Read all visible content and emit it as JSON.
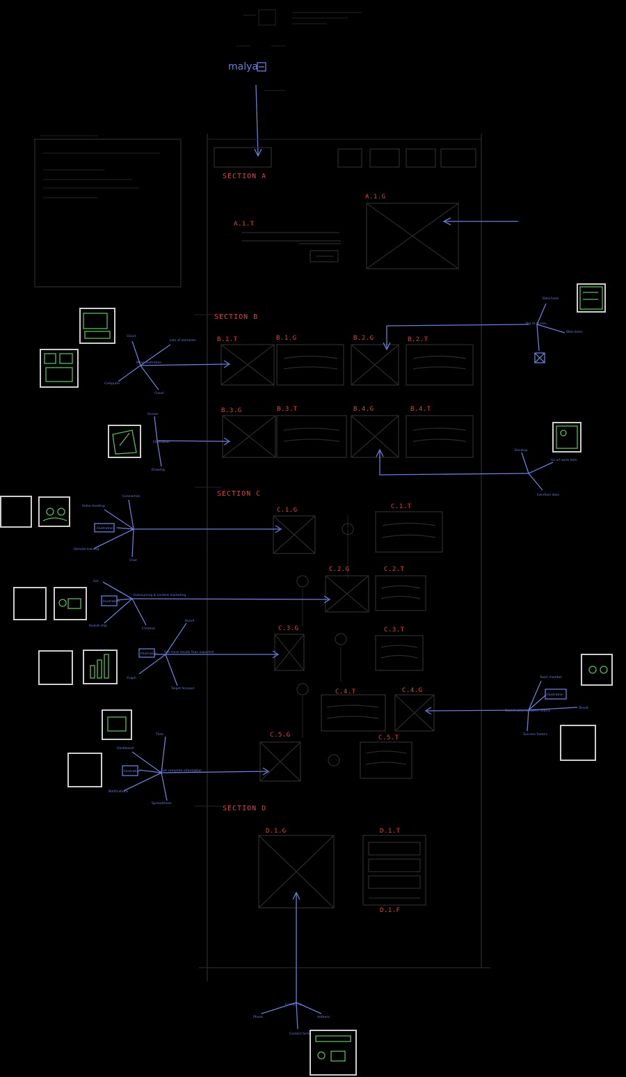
{
  "logo": {
    "text": "malya"
  },
  "sections": {
    "a": "SECTION A",
    "b": "SECTION B",
    "c": "SECTION C",
    "d": "SECTION D"
  },
  "labels": {
    "a1t": "A.1.T",
    "a1g": "A.1.G",
    "b1t": "B.1.T",
    "b1g": "B.1.G",
    "b2g": "B.2.G",
    "b2t": "B.2.T",
    "b3g": "B.3.G",
    "b3t": "B.3.T",
    "b4g": "B.4.G",
    "b4t": "B.4.T",
    "c1g": "C.1.G",
    "c1t": "C.1.T",
    "c2g": "C.2.G",
    "c2t": "C.2.T",
    "c3g": "C.3.G",
    "c3t": "C.3.T",
    "c4t": "C.4.T",
    "c4g": "C.4.G",
    "c5g": "C.5.G",
    "c5t": "C.5.T",
    "d1g": "D.1.G",
    "d1t": "D.1.T",
    "d1f": "D.1.F"
  },
  "annotations": {
    "b_left_1": "Cloud",
    "b_left_2": "Lots of elements",
    "b_left_3": "Mind illustration",
    "b_left_4": "Computer",
    "b_left_5": "Cloud",
    "b_left_6": "Screen",
    "b_left_7": "Illustration",
    "b_left_8": "Drawing",
    "b_right_1": "Data tools",
    "b_right_2": "Big UI screen",
    "b_right_3": "Web items",
    "b_right_4": "Desktop",
    "b_right_5": "Ux art work item",
    "b_right_6": "Interface data",
    "c1_1": "Connection",
    "c1_2": "Video meeting",
    "c1_3": "Illustration",
    "c1_4": "Remote training",
    "c1_5": "Chat",
    "c2_1": "Set",
    "c2_2": "Illustration",
    "c2_3": "Outsourcing & content marketing",
    "c2_4": "Rocket ship",
    "c2_5": "Creative",
    "c3_1": "Board",
    "c3_2": "Illustration",
    "c3_3": "Got more results than expected",
    "c3_4": "Graph",
    "c3_5": "Target focused",
    "c4_1": "Team member",
    "c4_2": "Illustration",
    "c4_3": "Coordination between teams",
    "c4_4": "Result",
    "c4_5": "Success factors",
    "c5_1": "Time",
    "c5_2": "Dashboard",
    "c5_3": "Illustration",
    "c5_4": "Get complete information",
    "c5_5": "Notifications",
    "c5_6": "Spreadsheet",
    "d_1": "Contact us",
    "d_2": "Phone",
    "d_3": "Address",
    "d_4": "Contact form"
  },
  "colors": {
    "background": "#000000",
    "wireframe": "#2a2a2a",
    "label": "#e04545",
    "annotation": "#6b7fd8",
    "sketch": "#5bbb5b",
    "thumbnail_border": "#cfcfcf"
  }
}
